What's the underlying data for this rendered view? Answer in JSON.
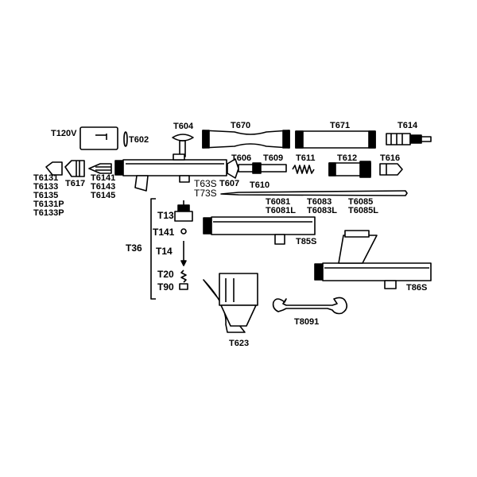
{
  "parts": {
    "t120v": "T120V",
    "t602": "T602",
    "t604": "T604",
    "t670": "T670",
    "t671": "T671",
    "t614": "T614",
    "t606": "T606",
    "t609": "T609",
    "t611": "T611",
    "t612": "T612",
    "t616": "T616",
    "t607": "T607",
    "t610": "T610",
    "t63s": "T63S",
    "t73s": "T73S",
    "t617": "T617",
    "nozzle_caps": [
      "T6131",
      "T6133",
      "T6135",
      "T6131P",
      "T6133P"
    ],
    "nozzles": [
      "T6141",
      "T6143",
      "T6145"
    ],
    "needles_a": [
      "T6081",
      "T6081L"
    ],
    "needles_b": [
      "T6083",
      "T6083L"
    ],
    "needles_c": [
      "T6085",
      "T6085L"
    ],
    "t36": "T36",
    "t36_group": [
      "T13",
      "T141",
      "T14",
      "T20",
      "T90"
    ],
    "t85s": "T85S",
    "t86s": "T86S",
    "t8091": "T8091",
    "t623": "T623"
  }
}
